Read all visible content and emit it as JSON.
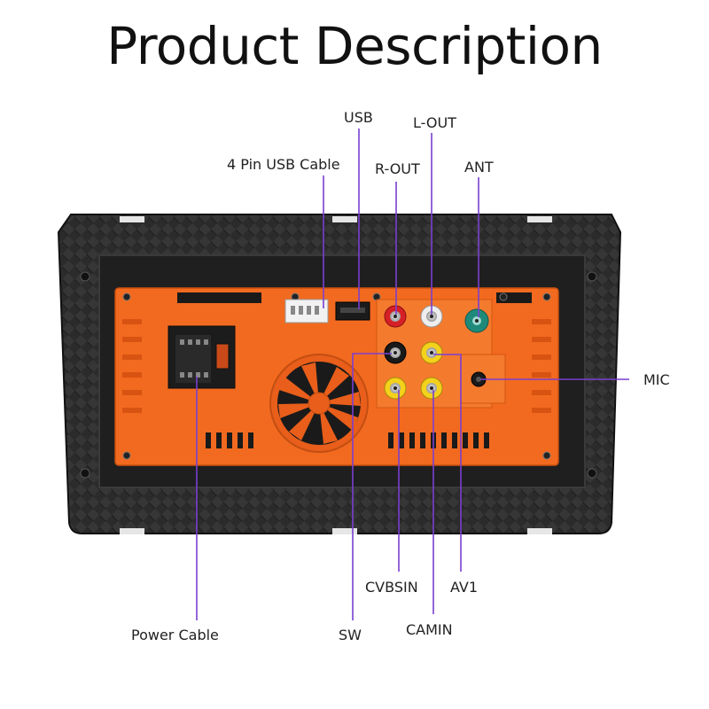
{
  "title": "Product Description",
  "labels": {
    "usb": "USB",
    "l_out": "L-OUT",
    "usb_cable": "4 Pin USB Cable",
    "r_out": "R-OUT",
    "ant": "ANT",
    "mic": "MIC",
    "cvbsin": "CVBSIN",
    "av1": "AV1",
    "power_cable": "Power Cable",
    "sw": "SW",
    "camin": "CAMIN"
  },
  "colors": {
    "leader": "#7a3fd1",
    "frame": "#2a2a2a",
    "board": "#f26a1f",
    "board_dark": "#d85312"
  }
}
